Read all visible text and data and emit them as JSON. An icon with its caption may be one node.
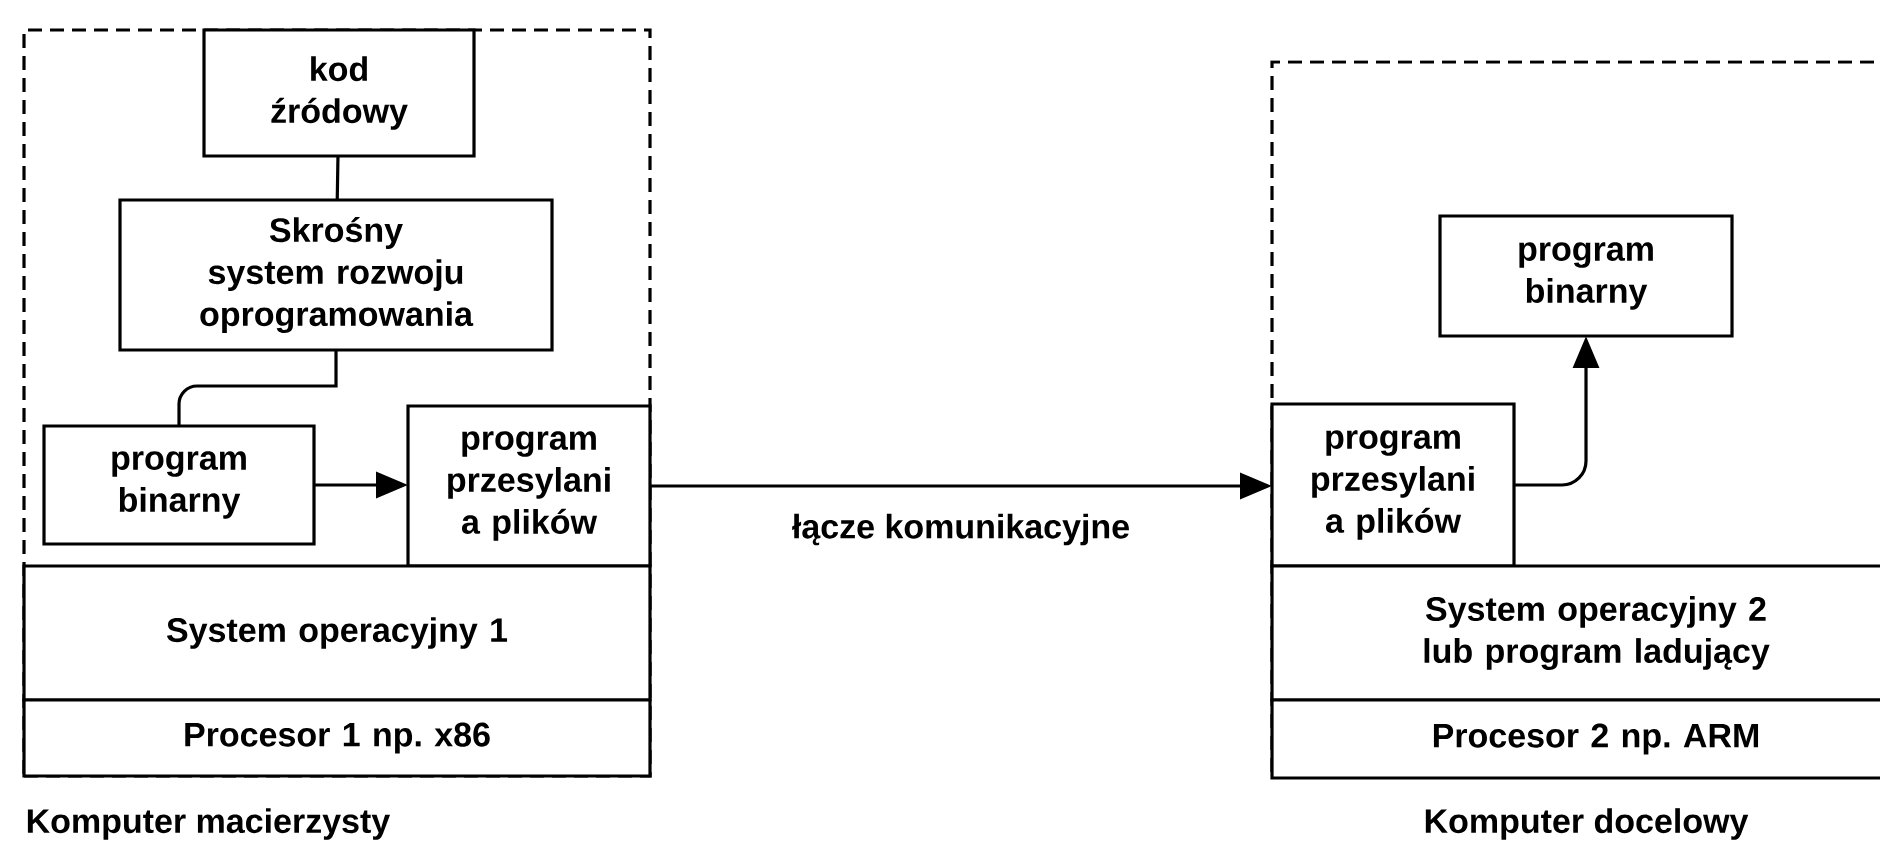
{
  "diagram": {
    "nodes": [
      {
        "text": [
          "Komputer macierzysty"
        ]
      },
      {
        "text": [
          "kod źródowy"
        ],
        "in": 0
      },
      {
        "text": [
          "Skrośny system rozwoju oprogramowania"
        ],
        "in": 0
      },
      {
        "text": [
          "program binarny"
        ],
        "in": 0
      },
      {
        "text": [
          "program przesylani a plików"
        ],
        "in": 0
      },
      {
        "text": [
          "System operacyjny 1"
        ],
        "in": 0
      },
      {
        "text": [
          "Procesor 1 np. x86"
        ],
        "in": 0
      },
      {
        "text": [
          "Komputer docelowy"
        ]
      },
      {
        "text": [
          "program binarny"
        ],
        "in": 7
      },
      {
        "text": [
          "program przesylani a plików"
        ],
        "in": 7
      },
      {
        "text": [
          "System operacyjny 2 lub program ladujący"
        ],
        "in": 7
      },
      {
        "text": [
          "Procesor 2 np. ARM"
        ],
        "in": 7
      }
    ],
    "edges": [
      {
        "from": 1,
        "to": 2,
        "arrow": "none"
      },
      {
        "from": 2,
        "to": 3,
        "arrow": "none"
      },
      {
        "from": 3,
        "to": 4,
        "arrow": "to"
      },
      {
        "from": 4,
        "to": 9,
        "arrow": "to",
        "label": "łącze komunikacyjne"
      },
      {
        "from": 9,
        "to": 8,
        "arrow": "to"
      }
    ]
  }
}
